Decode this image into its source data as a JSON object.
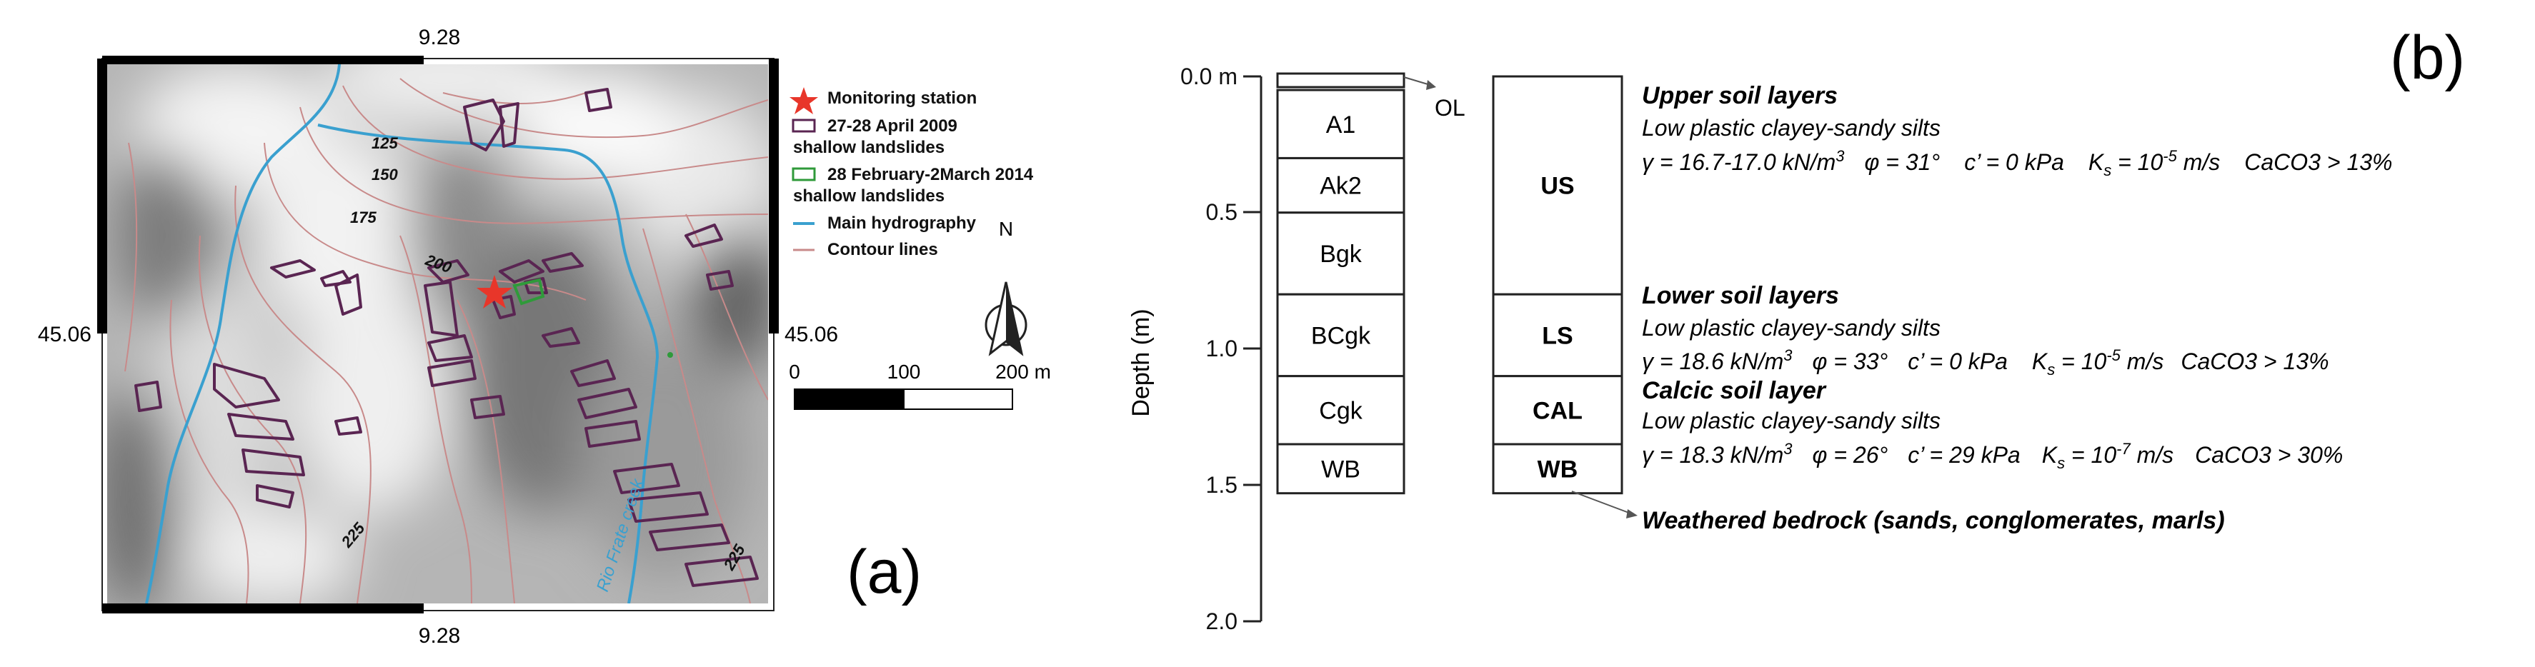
{
  "panel_a": {
    "label": "(a)",
    "coords": {
      "lon_top": "9.28",
      "lon_bottom": "9.28",
      "lat_left": "45.06",
      "lat_right": "45.06"
    },
    "contour_labels": [
      "125",
      "150",
      "175",
      "200",
      "225",
      "225"
    ],
    "creek_label": "Rio Frate creek",
    "legend": {
      "monitoring_station": "Monitoring station",
      "landslides_2009_line1": "27-28 April 2009",
      "landslides_2009_line2": "shallow landslides",
      "landslides_2014_line1": "28 February-2March 2014",
      "landslides_2014_line2": "shallow landslides",
      "hydrography": "Main hydrography",
      "contours": "Contour lines"
    },
    "north": "N",
    "scale": {
      "tick0": "0",
      "tick1": "100",
      "tick2": "200 m"
    },
    "colors": {
      "landslide_2009": "#5a2552",
      "landslide_2014": "#2f9a3a",
      "hydrography": "#3aa0cf",
      "contours": "#c88a8a",
      "station": "#e8362a"
    }
  },
  "panel_b": {
    "label": "(b)",
    "axis_title": "Depth (m)",
    "ticks": [
      "0.0 m",
      "0.5",
      "1.0",
      "1.5",
      "2.0"
    ],
    "profile_layers": [
      {
        "name": "A1",
        "top": 0.05,
        "bottom": 0.3
      },
      {
        "name": "Ak2",
        "top": 0.3,
        "bottom": 0.5
      },
      {
        "name": "Bgk",
        "top": 0.5,
        "bottom": 0.8
      },
      {
        "name": "BCgk",
        "top": 0.8,
        "bottom": 1.1
      },
      {
        "name": "Cgk",
        "top": 1.1,
        "bottom": 1.35
      },
      {
        "name": "WB",
        "top": 1.35,
        "bottom": 1.53
      }
    ],
    "ol_label": "OL",
    "model_layers": [
      {
        "name": "US",
        "top": 0.0,
        "bottom": 0.8
      },
      {
        "name": "LS",
        "top": 0.8,
        "bottom": 1.1
      },
      {
        "name": "CAL",
        "top": 1.1,
        "bottom": 1.35
      },
      {
        "name": "WB",
        "top": 1.35,
        "bottom": 1.53
      }
    ],
    "upper": {
      "title": "Upper soil layers",
      "desc": "Low plastic clayey-sandy silts",
      "gamma": "γ = 16.7-17.0 kN/m",
      "phi": "φ = 31°",
      "c": "c’ = 0 kPa",
      "ks": "K",
      "ks_sub": "s",
      "ks_val": " = 10",
      "ks_exp": "-5",
      "ks_unit": " m/s",
      "caco3": "CaCO3 > 13%"
    },
    "lower": {
      "title": "Lower soil layers",
      "desc": "Low plastic clayey-sandy silts",
      "gamma": "γ = 18.6 kN/m",
      "phi": "φ = 33°",
      "c": "c’ = 0 kPa",
      "ks": "K",
      "ks_sub": "s",
      "ks_val": " = 10",
      "ks_exp": "-5",
      "ks_unit": " m/s",
      "caco3": "CaCO3 > 13%"
    },
    "calcic": {
      "title": "Calcic soil layer",
      "desc": "Low plastic clayey-sandy silts",
      "gamma": "γ = 18.3 kN/m",
      "phi": "φ = 26°",
      "c": "c’ = 29 kPa",
      "ks": "K",
      "ks_sub": "s",
      "ks_val": " = 10",
      "ks_exp": "-7",
      "ks_unit": " m/s",
      "caco3": "CaCO3 > 30%"
    },
    "gamma_exp": "3",
    "bedrock": "Weathered bedrock (sands, conglomerates, marls)"
  }
}
